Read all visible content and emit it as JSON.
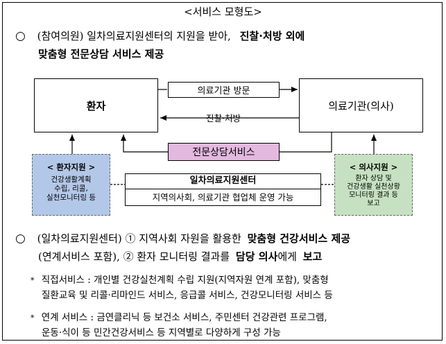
{
  "title": "<서비스 모형도>",
  "intro": {
    "bullet": "○",
    "line1_plain": "(참여의원) 일차의료지원센터의 지원을 받아,",
    "line1_bold": "진찰·처방 외에",
    "line2_bold": "맞춤형 전문상담 서비스 제공"
  },
  "diagram": {
    "patient": "환자",
    "doctor": "의료기관(의사)",
    "visit": "의료기관 방문",
    "treatment": "진찰·처방",
    "consulting": "전문상담서비스",
    "center_title": "일차의료지원센터",
    "center_sub": "지역의사회, 의료기관 협업체 운영 가능",
    "patient_support": {
      "title": "< 환자지원 >",
      "lines": [
        "건강생활계획",
        "수립, 리콜,",
        "실천모니터링 등"
      ]
    },
    "doctor_support": {
      "title": "< 의사지원 >",
      "lines": [
        "환자 상담 및",
        "건강생활 실천상황",
        "모니터링 결과 등",
        "보고"
      ]
    }
  },
  "second": {
    "bullet": "○",
    "l1_a": "(일차의료지원센터) ① 지역사회 자원을 활용한",
    "l1_b": "맞춤형 건강서비스 제공",
    "l2_a": "(연계서비스 포함), ② 환자 모니터링 결과를",
    "l2_b": "담당 의사",
    "l2_c": "에게",
    "l2_d": "보고"
  },
  "notes": [
    {
      "star": "*",
      "l1": "직접서비스 : 개인별 건강실천계획 수립 지원(지역자원 연계 포함), 맞춤형",
      "l2": "질환교육 및 리콜·리마인드 서비스, 응급콜 서비스, 건강모니터링 서비스 등"
    },
    {
      "star": "*",
      "l1": "연계 서비스 : 금연클리닉 등 보건소 서비스, 주민센터 건강관련 프로그램,",
      "l2": "운동·식이 등 민간건강서비스 등 지역별로 다양하게 구성 가능"
    }
  ],
  "colors": {
    "consulting_bg": "#e3b9df",
    "patient_support_bg": "#b3c7e8",
    "doctor_support_bg": "#c6e1c1"
  }
}
